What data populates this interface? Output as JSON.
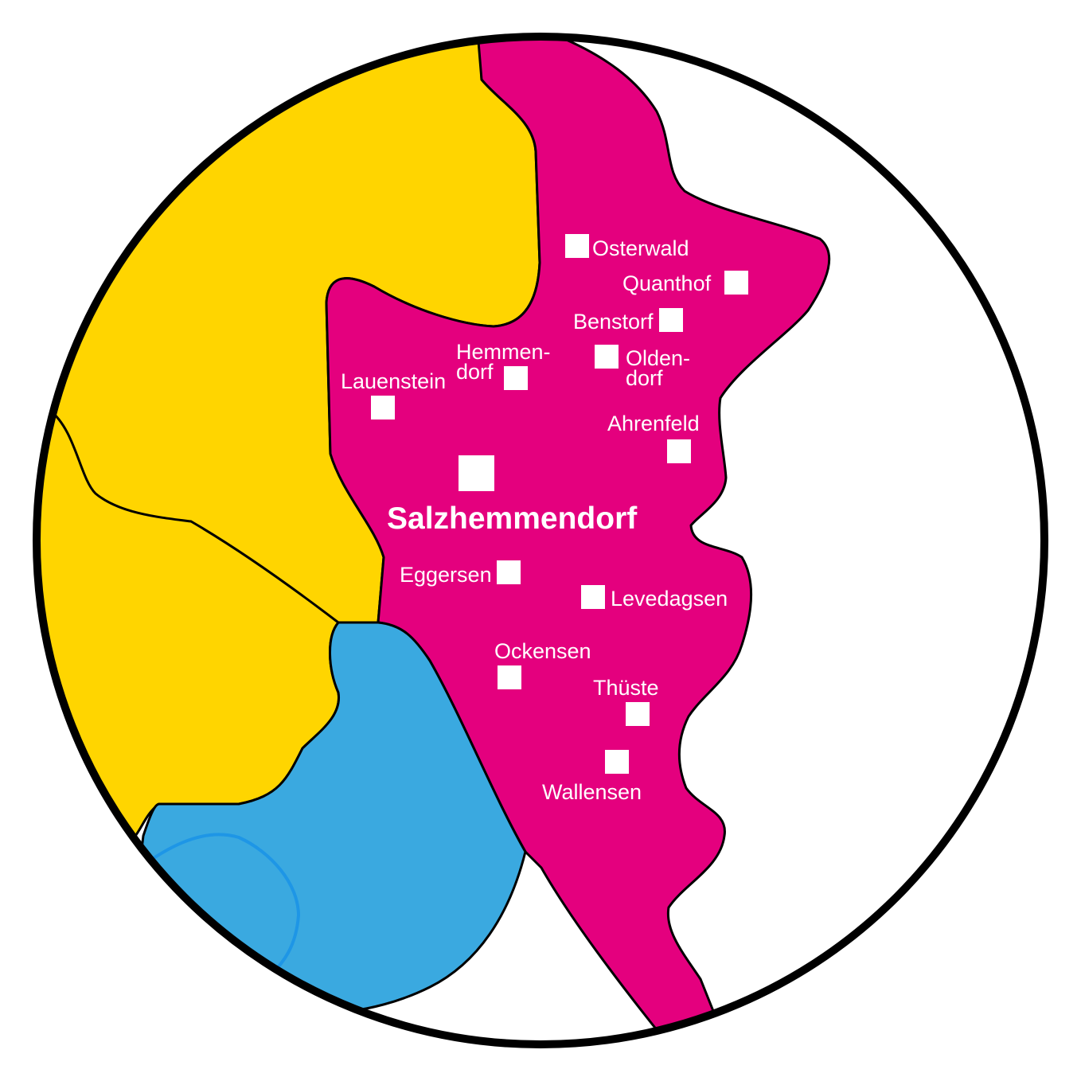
{
  "map": {
    "colors": {
      "magenta_region": "#E4007E",
      "yellow_region": "#FFD500",
      "blue_region": "#3AA9E0",
      "river": "#1E96E6",
      "border": "#000000",
      "label": "#FFFFFF"
    },
    "main_town": {
      "label": "Salzhemmendorf"
    },
    "places": {
      "osterwald": "Osterwald",
      "quanthof": "Quanthof",
      "benstorf": "Benstorf",
      "hemmendorf_line1": "Hemmen-",
      "hemmendorf_line2": "dorf",
      "oldendorf_line1": "Olden-",
      "oldendorf_line2": "dorf",
      "lauenstein": "Lauenstein",
      "ahrenfeld": "Ahrenfeld",
      "eggersen": "Eggersen",
      "levedagsen": "Levedagsen",
      "ockensen": "Ockensen",
      "thueste": "Thüste",
      "wallensen": "Wallensen"
    }
  }
}
